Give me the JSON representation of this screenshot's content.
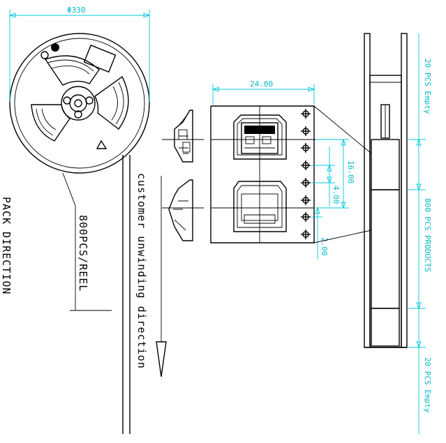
{
  "reel": {
    "diameter_label": "Φ330",
    "qty_label": "800PCS/REEL",
    "pack_label": "PACK  DIRECTION"
  },
  "tape": {
    "unwind_label": "customer  unwinding  direction",
    "width_label": "24.00",
    "pitch_label": "16.00",
    "hole_pitch_label": "4.00",
    "hole_offset_label": "2.00"
  },
  "segments": {
    "leader": "20  PCS  Empty",
    "products": "800  PCS  PRODUCTS",
    "trailer": "20  PCS  Empty"
  },
  "colors": {
    "dimension": "#00c8d8",
    "outline": "#000000"
  }
}
